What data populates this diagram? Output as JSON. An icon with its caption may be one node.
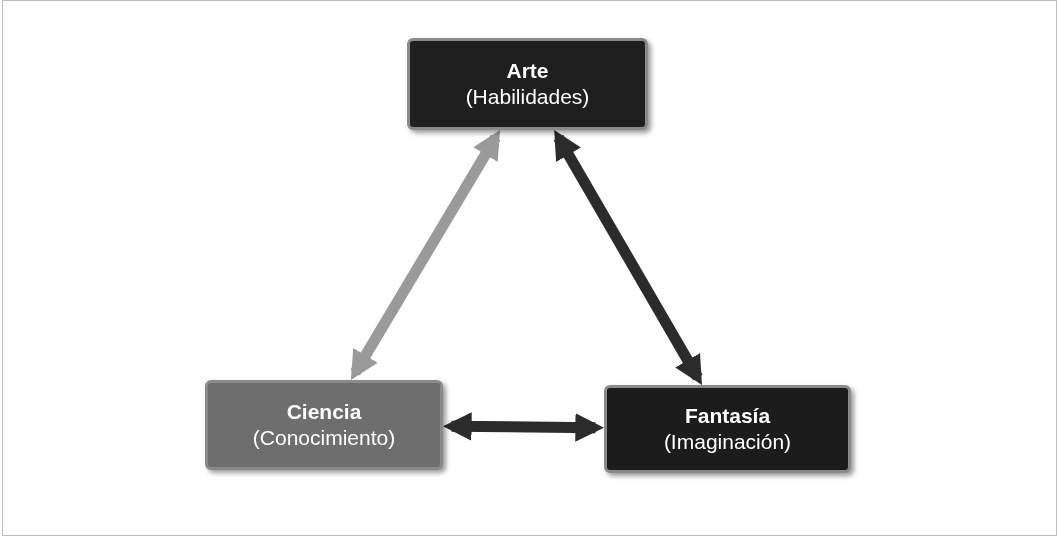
{
  "diagram": {
    "nodes": [
      {
        "text": [
          "Arte",
          "(Habilidades)"
        ]
      },
      {
        "text": [
          "Ciencia",
          "(Conocimiento)"
        ]
      },
      {
        "text": [
          "Fantasía",
          "(Imaginación)"
        ]
      }
    ],
    "edges": [
      {
        "from": 0,
        "to": 1,
        "arrow": "both",
        "color": "#9a9a9a"
      },
      {
        "from": 0,
        "to": 2,
        "arrow": "both"
      },
      {
        "from": 1,
        "to": 2,
        "arrow": "both"
      }
    ]
  }
}
